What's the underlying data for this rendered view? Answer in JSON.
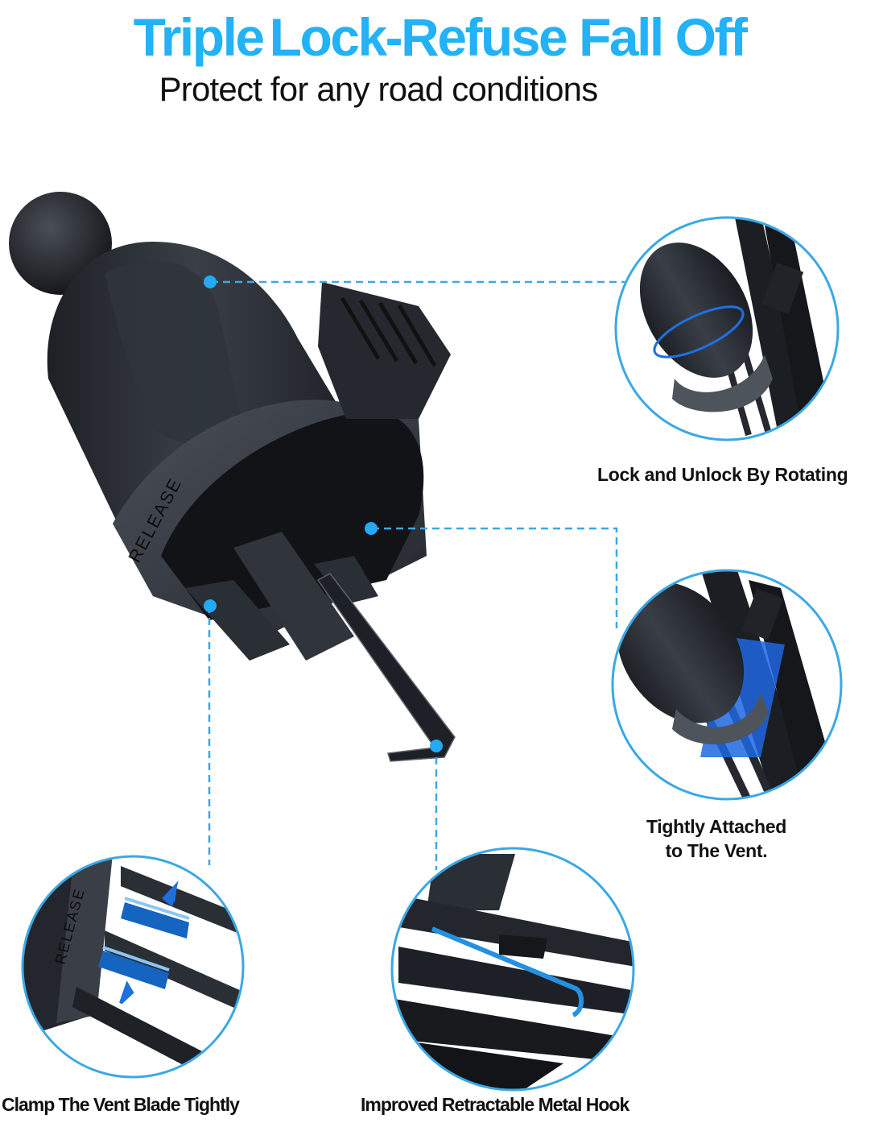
{
  "header": {
    "title_part1": "Triple",
    "title_part2": "Lock-Refuse Fall Off",
    "subtitle": "Protect for any road conditions"
  },
  "product": {
    "engraved_label": "RELEASE"
  },
  "callouts": [
    {
      "id": "rotate",
      "label": "Lock and Unlock By Rotating"
    },
    {
      "id": "vent",
      "label_line1": "Tightly Attached",
      "label_line2": "to The Vent."
    },
    {
      "id": "clamp",
      "label": "Clamp The Vent Blade Tightly"
    },
    {
      "id": "hook",
      "label": "Improved Retractable Metal Hook"
    }
  ],
  "colors": {
    "accent": "#22b2f5",
    "callout_ring": "#3aa8e6",
    "highlight_blue": "#1e6fe0",
    "product_dark": "#2b2f36",
    "text": "#111111"
  }
}
